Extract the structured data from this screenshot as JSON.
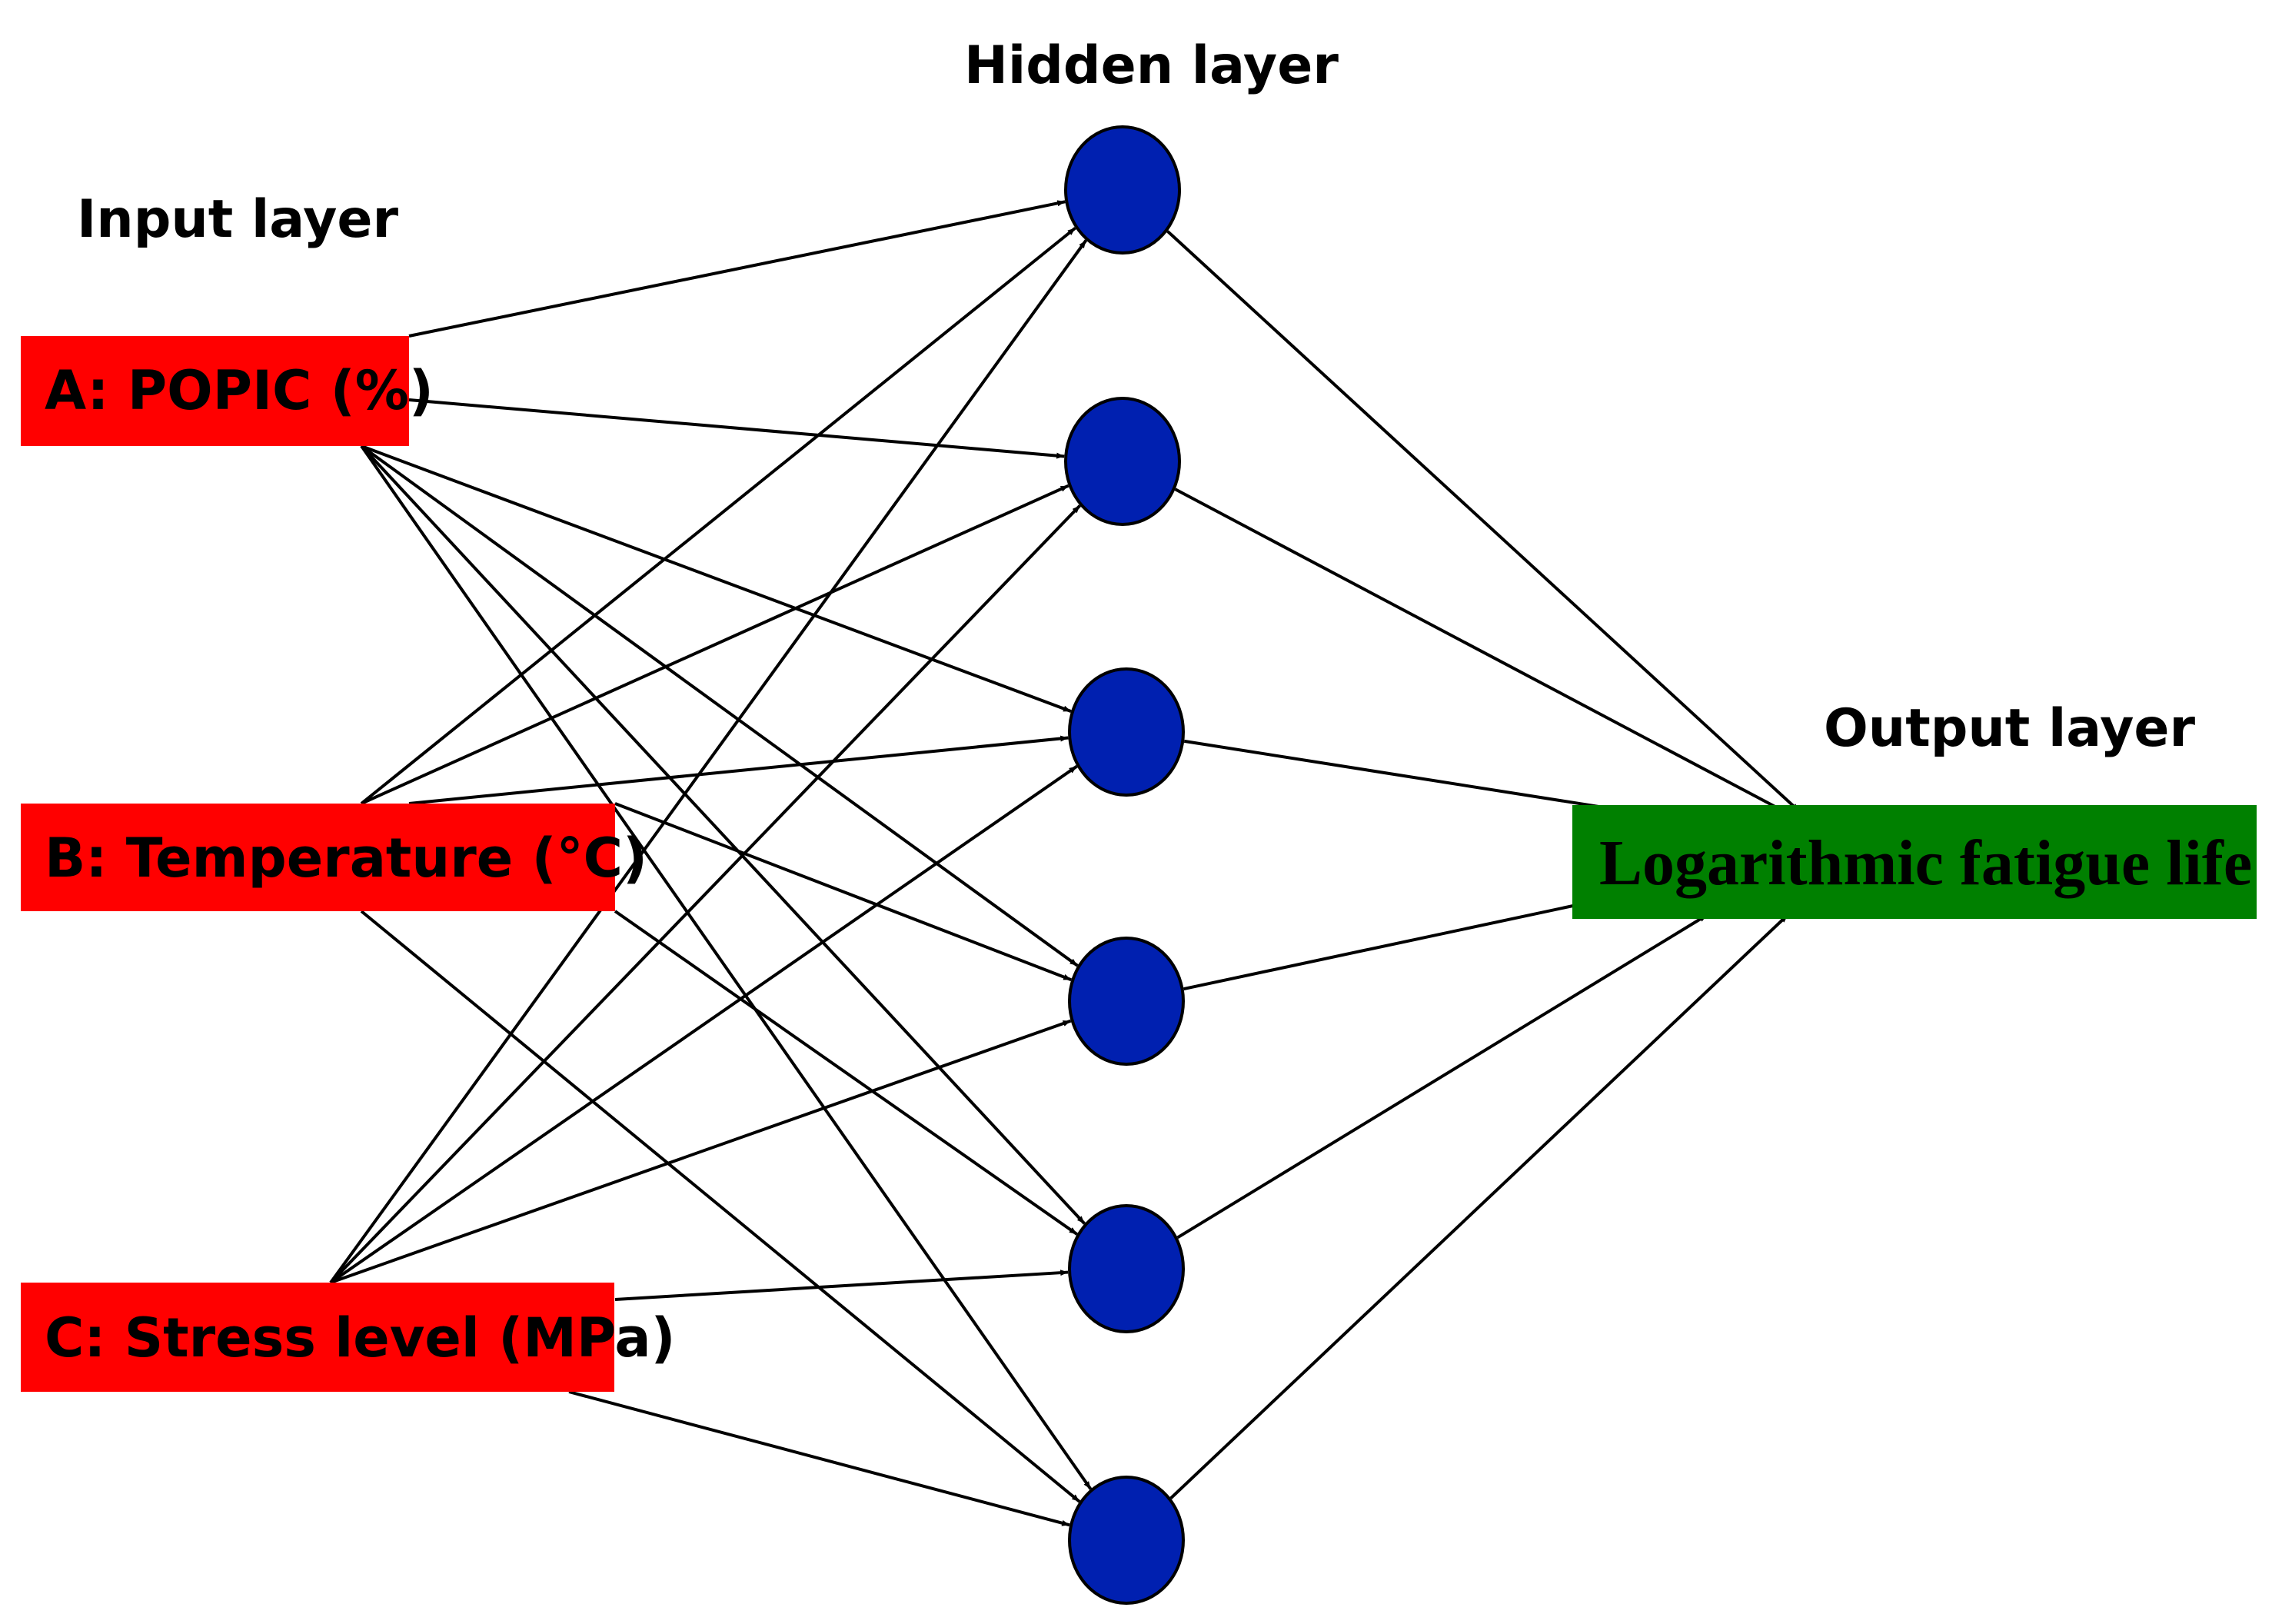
{
  "titles": {
    "input": "Input layer",
    "hidden": "Hidden layer",
    "output": "Output layer"
  },
  "inputs": [
    {
      "label": "A: POPIC (%)"
    },
    {
      "label": "B: Temperature (°C)"
    },
    {
      "label": "C: Stress level (MPa)"
    }
  ],
  "hidden_node_count": 6,
  "output": {
    "label": "Logarithmic fatigue life"
  },
  "colors": {
    "input_box": "#ff0000",
    "hidden_node": "#0020b0",
    "output_box": "#008000",
    "edge": "#000000"
  }
}
